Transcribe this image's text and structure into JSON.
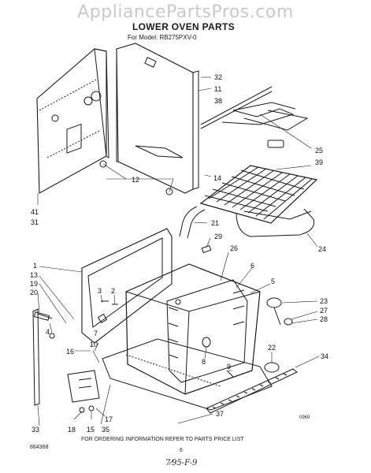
{
  "watermark": "AppliancePartsPros.com",
  "title": "LOWER OVEN PARTS",
  "subtitle": "For Model: RB275PXV-0",
  "callouts": [
    "32",
    "11",
    "38",
    "25",
    "39",
    "14",
    "12",
    "41",
    "31",
    "21",
    "29",
    "24",
    "1",
    "13",
    "19",
    "20",
    "3",
    "2",
    "26",
    "6",
    "5",
    "23",
    "27",
    "28",
    "4",
    "7",
    "10",
    "8",
    "22",
    "16",
    "9",
    "34",
    "33",
    "18",
    "15",
    "17",
    "35",
    "37"
  ],
  "footer": {
    "note": "FOR ORDERING INFORMATION REFER TO PARTS PRICE LIST",
    "page_number": "6",
    "doc_number": "884368",
    "code": "0969",
    "handwritten": "7⁄95-F-9"
  }
}
